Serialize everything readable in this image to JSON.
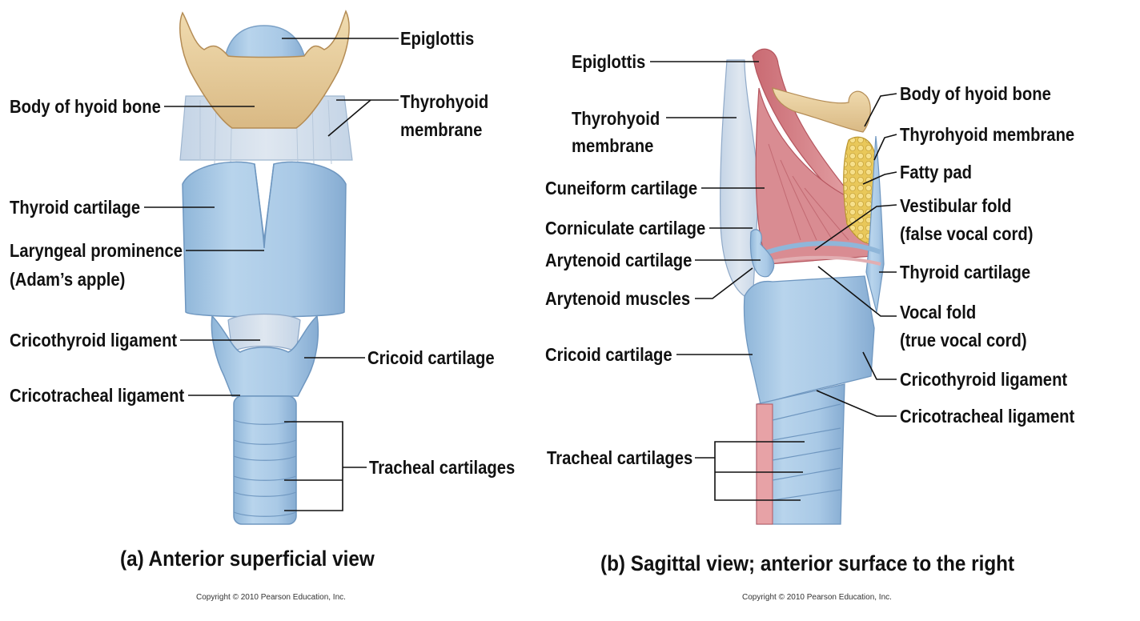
{
  "panel_a": {
    "caption": "(a) Anterior superficial view",
    "copyright": "Copyright © 2010 Pearson Education, Inc.",
    "labels": {
      "epiglottis": "Epiglottis",
      "body_of_hyoid_bone": "Body of hyoid bone",
      "thyrohyoid_membrane_1": "Thyrohyoid",
      "thyrohyoid_membrane_2": "membrane",
      "thyroid_cartilage": "Thyroid cartilage",
      "laryngeal_prominence_1": "Laryngeal prominence",
      "laryngeal_prominence_2": "(Adam’s apple)",
      "cricothyroid_ligament": "Cricothyroid ligament",
      "cricoid_cartilage": "Cricoid cartilage",
      "cricotracheal_ligament": "Cricotracheal ligament",
      "tracheal_cartilages": "Tracheal cartilages"
    }
  },
  "panel_b": {
    "caption": "(b) Sagittal view; anterior surface to the right",
    "copyright": "Copyright © 2010 Pearson Education, Inc.",
    "labels": {
      "epiglottis": "Epiglottis",
      "thyrohyoid_membrane_1": "Thyrohyoid",
      "thyrohyoid_membrane_2": "membrane",
      "cuneiform_cartilage": "Cuneiform cartilage",
      "corniculate_cartilage": "Corniculate cartilage",
      "arytenoid_cartilage": "Arytenoid cartilage",
      "arytenoid_muscles": "Arytenoid muscles",
      "cricoid_cartilage": "Cricoid cartilage",
      "tracheal_cartilages": "Tracheal cartilages",
      "body_of_hyoid_bone": "Body of hyoid bone",
      "thyrohyoid_membrane_right": "Thyrohyoid membrane",
      "fatty_pad": "Fatty pad",
      "vestibular_fold_1": "Vestibular fold",
      "vestibular_fold_2": "(false vocal cord)",
      "thyroid_cartilage": "Thyroid cartilage",
      "vocal_fold_1": "Vocal fold",
      "vocal_fold_2": "(true vocal cord)",
      "cricothyroid_ligament": "Cricothyroid ligament",
      "cricotracheal_ligament": "Cricotracheal ligament"
    }
  }
}
